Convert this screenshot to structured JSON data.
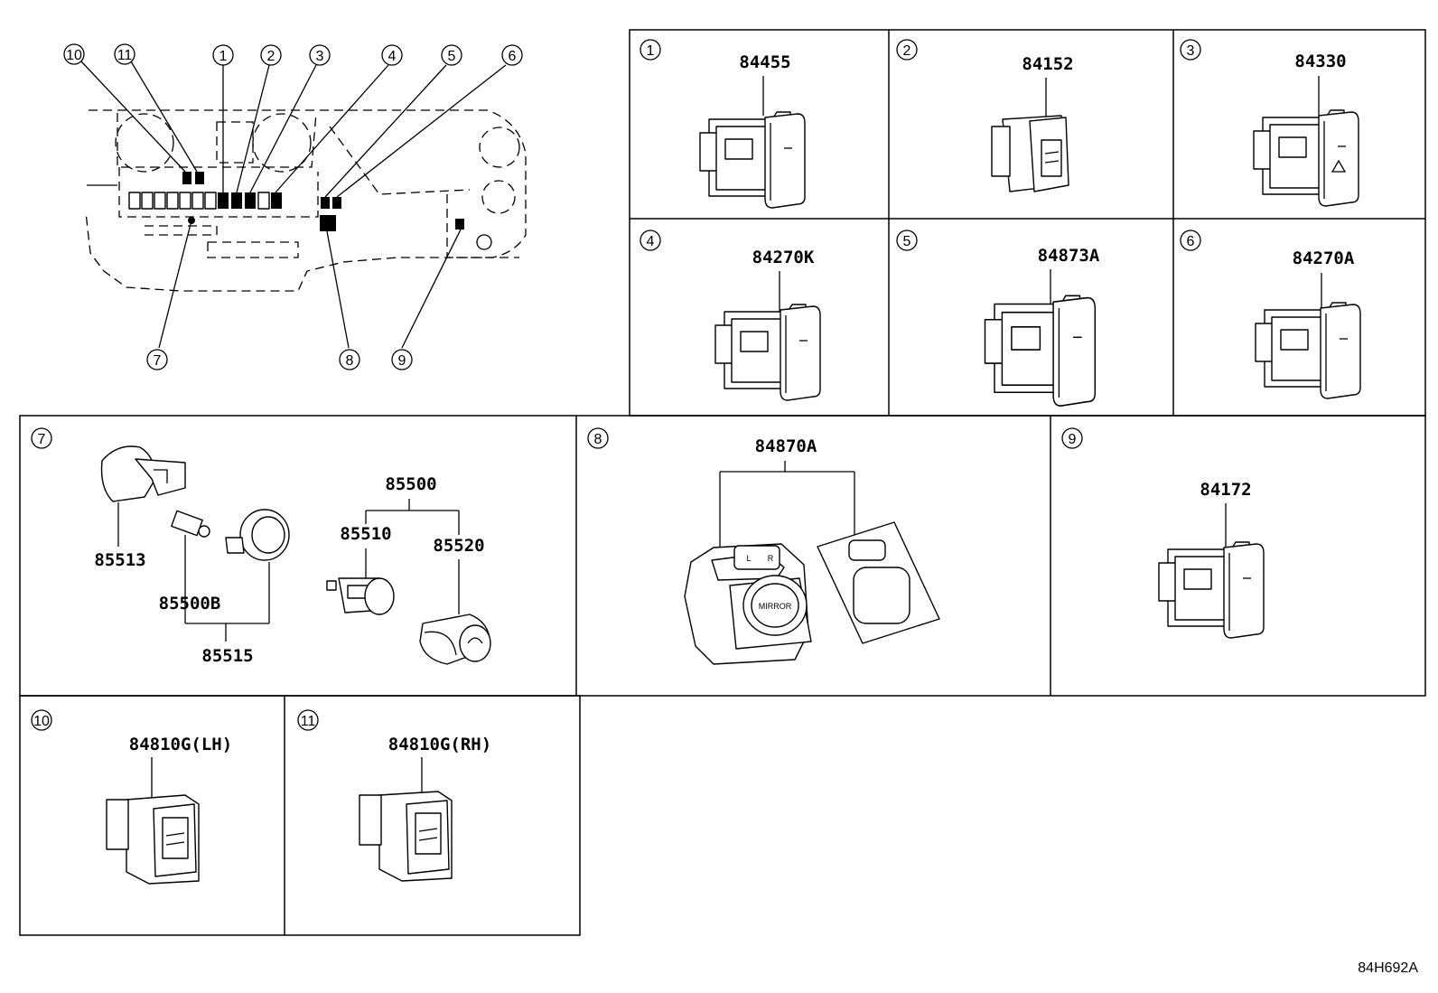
{
  "diagram_ref": "84H692A",
  "overview": {
    "callouts": [
      {
        "n": "10"
      },
      {
        "n": "11"
      },
      {
        "n": "1"
      },
      {
        "n": "2"
      },
      {
        "n": "3"
      },
      {
        "n": "4"
      },
      {
        "n": "5"
      },
      {
        "n": "6"
      },
      {
        "n": "7"
      },
      {
        "n": "8"
      },
      {
        "n": "9"
      }
    ]
  },
  "panels": {
    "p1": {
      "num": "1",
      "part": "84455"
    },
    "p2": {
      "num": "2",
      "part": "84152"
    },
    "p3": {
      "num": "3",
      "part": "84330"
    },
    "p4": {
      "num": "4",
      "part": "84270K"
    },
    "p5": {
      "num": "5",
      "part": "84873A"
    },
    "p6": {
      "num": "6",
      "part": "84270A"
    },
    "p7": {
      "num": "7",
      "parts": {
        "socket": "85513",
        "assy": "85500",
        "lighter": "85510",
        "plug": "85520",
        "bulb": "85500B",
        "ring": "85515"
      }
    },
    "p8": {
      "num": "8",
      "part": "84870A",
      "knob_label": "MIRROR",
      "switch_l": "L",
      "switch_r": "R"
    },
    "p9": {
      "num": "9",
      "part": "84172"
    },
    "p10": {
      "num": "10",
      "part": "84810G(LH)"
    },
    "p11": {
      "num": "11",
      "part": "84810G(RH)"
    }
  }
}
